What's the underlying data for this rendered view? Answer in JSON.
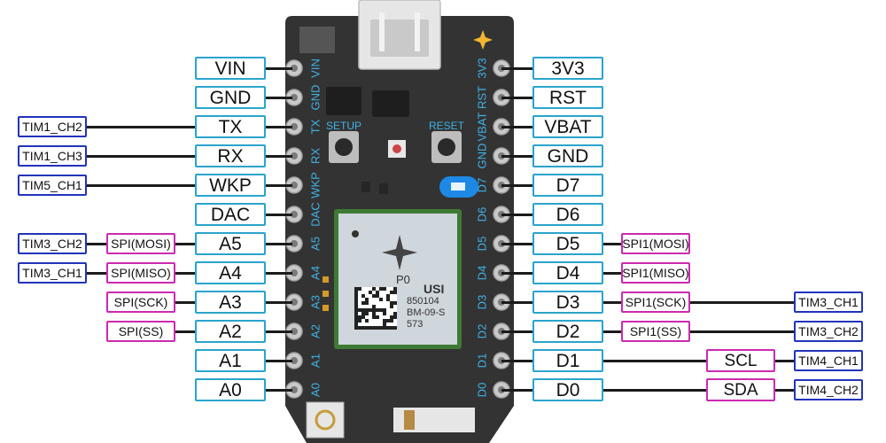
{
  "left_pins": [
    "VIN",
    "GND",
    "TX",
    "RX",
    "WKP",
    "DAC",
    "A5",
    "A4",
    "A3",
    "A2",
    "A1",
    "A0"
  ],
  "right_pins": [
    "3V3",
    "RST",
    "VBAT",
    "GND",
    "D7",
    "D6",
    "D5",
    "D4",
    "D3",
    "D2",
    "D1",
    "D0"
  ],
  "left_functions": [
    {
      "pin": "TX",
      "timer": "TIM1_CH2"
    },
    {
      "pin": "RX",
      "timer": "TIM1_CH3"
    },
    {
      "pin": "WKP",
      "timer": "TIM5_CH1"
    },
    {
      "pin": "A5",
      "spi": "SPI(MOSI)",
      "timer": "TIM3_CH2"
    },
    {
      "pin": "A4",
      "spi": "SPI(MISO)",
      "timer": "TIM3_CH1"
    },
    {
      "pin": "A3",
      "spi": "SPI(SCK)"
    },
    {
      "pin": "A2",
      "spi": "SPI(SS)"
    }
  ],
  "right_functions": [
    {
      "pin": "D5",
      "spi": "SPI1(MOSI)"
    },
    {
      "pin": "D4",
      "spi": "SPI1(MISO)"
    },
    {
      "pin": "D3",
      "spi": "SPI1(SCK)",
      "timer": "TIM3_CH1"
    },
    {
      "pin": "D2",
      "spi": "SPI1(SS)",
      "timer": "TIM3_CH2"
    },
    {
      "pin": "D1",
      "i2c": "SCL",
      "timer": "TIM4_CH1"
    },
    {
      "pin": "D0",
      "i2c": "SDA",
      "timer": "TIM4_CH2"
    }
  ],
  "board": {
    "silk_left": [
      "VIN",
      "GND",
      "TX",
      "RX",
      "WKP",
      "DAC",
      "A5",
      "A4",
      "A3",
      "A2",
      "A1",
      "A0"
    ],
    "silk_right": [
      "3V3",
      "RST",
      "VBAT",
      "GND",
      "D7",
      "D6",
      "D5",
      "D4",
      "D3",
      "D2",
      "D1",
      "D0"
    ],
    "setup_label": "SETUP",
    "reset_label": "RESET",
    "module_name": "P0",
    "module_brand": "USI",
    "module_code": [
      "850104",
      "BM-09-S",
      "573"
    ]
  },
  "colors": {
    "board": "#333333",
    "pin_label_border": "#2aa4cc",
    "timer_border": "#2233bb",
    "function_border": "#cc2ab0",
    "silk_text": "#3fb2e6"
  }
}
